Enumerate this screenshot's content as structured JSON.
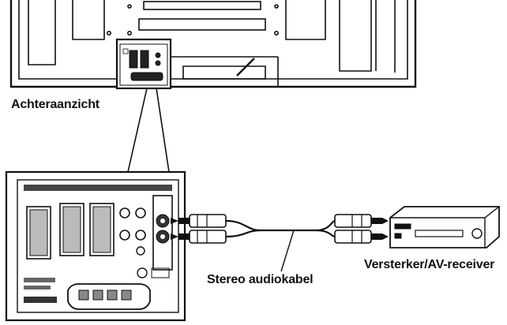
{
  "labels": {
    "rear_view": "Achteraanzicht",
    "cable": "Stereo audiokabel",
    "receiver": "Versterker/AV-receiver"
  },
  "icons": [
    "tv-rear-panel-icon",
    "connector-panel-icon",
    "rca-plug-icon",
    "av-receiver-icon"
  ],
  "colors": {
    "line": "#111111",
    "background": "#ffffff",
    "panel": "#f2f2f2"
  }
}
